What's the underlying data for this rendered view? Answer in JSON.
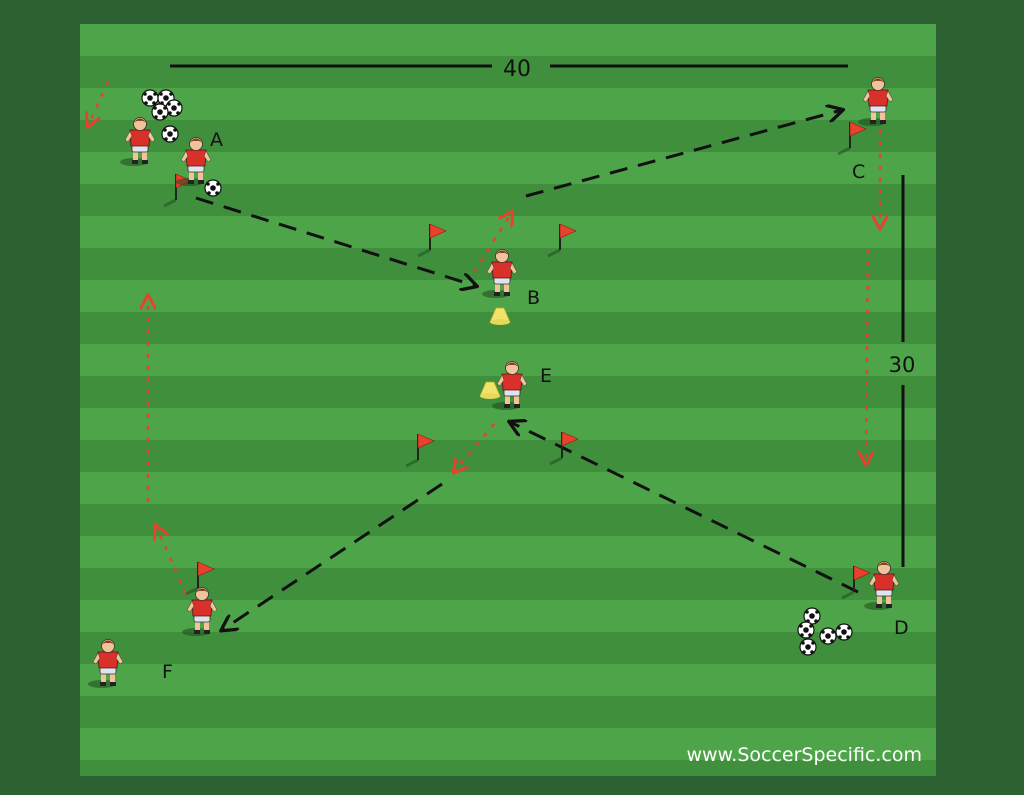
{
  "diagram": {
    "dimensions": {
      "width_label": "40",
      "length_label": "30"
    },
    "players": [
      {
        "id": "A",
        "label": "A"
      },
      {
        "id": "B",
        "label": "B"
      },
      {
        "id": "C",
        "label": "C"
      },
      {
        "id": "D",
        "label": "D"
      },
      {
        "id": "E",
        "label": "E"
      },
      {
        "id": "F",
        "label": "F"
      }
    ],
    "watermark": "www.SoccerSpecific.com",
    "colors": {
      "outer_background": "#2c6232",
      "pitch_light": "#4ea448",
      "pitch_dark": "#3f8f3d",
      "player_shirt": "#d9302a",
      "flag": "#e8412e",
      "cone": "#f2e46a",
      "ball_pass_arrow": "#111111",
      "player_run_arrow": "#e8412e"
    },
    "icons": [
      "player-icon",
      "flag-icon",
      "ball-icon",
      "cone-icon",
      "arrow-icon"
    ]
  }
}
